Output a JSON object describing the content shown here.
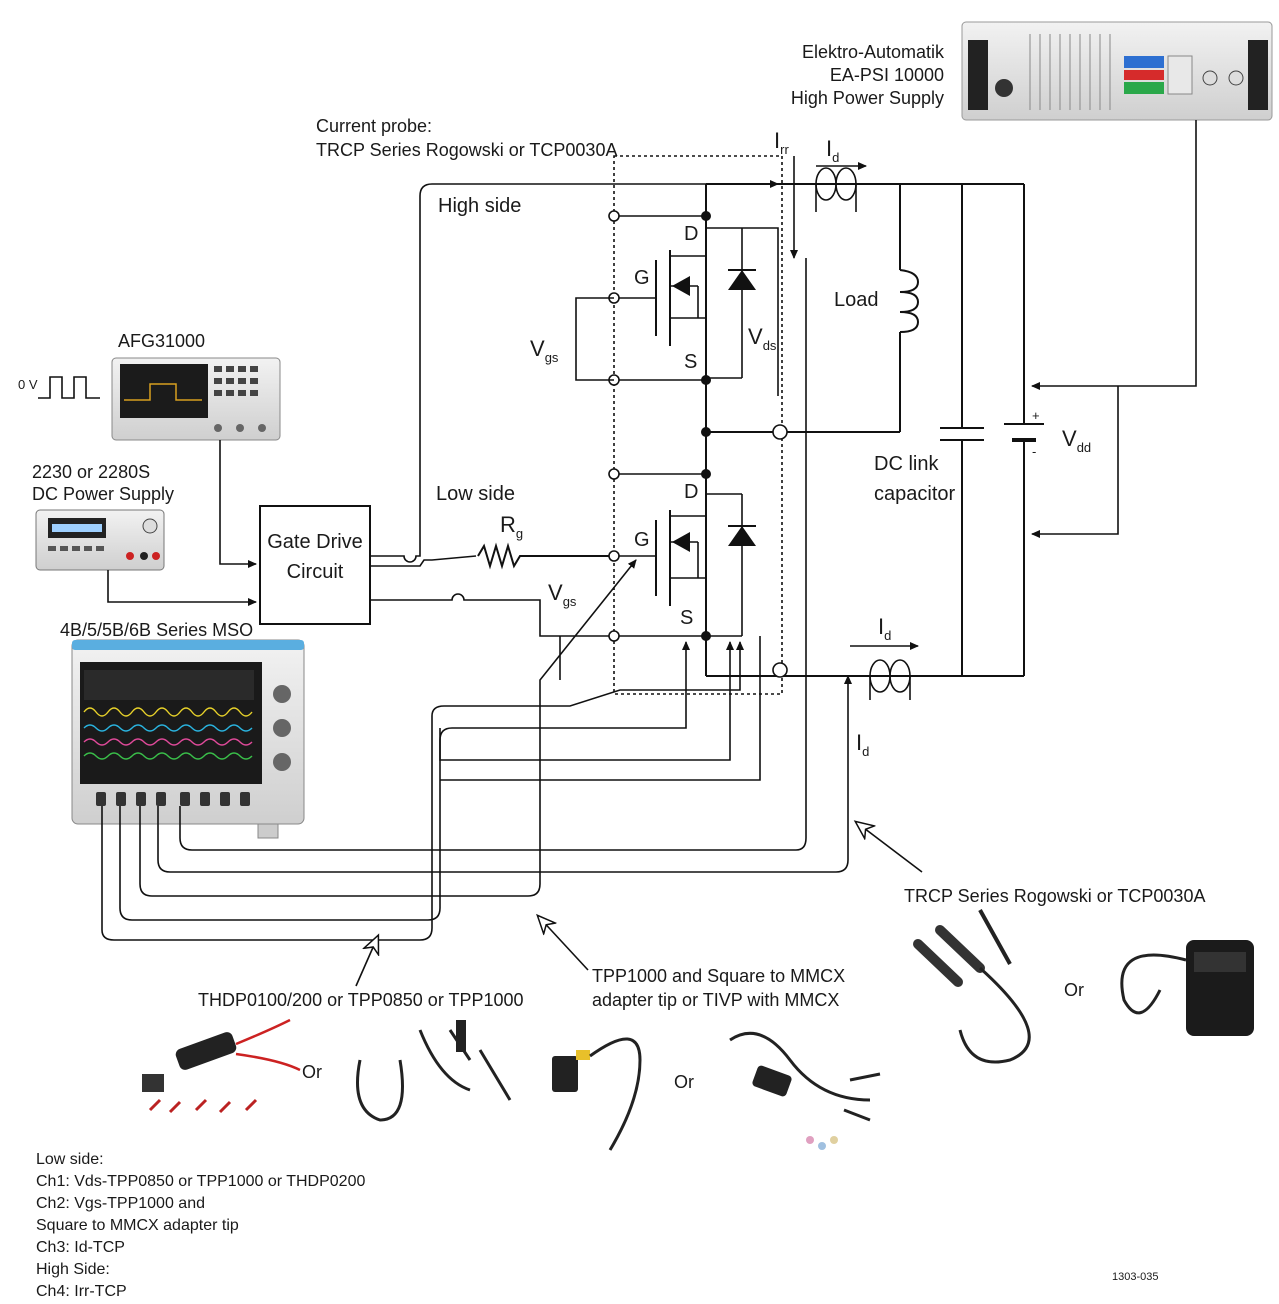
{
  "equipment": {
    "power_supply": {
      "lines": [
        "Elektro-Automatik",
        "EA-PSI 10000",
        "High Power Supply"
      ]
    },
    "afg": {
      "label": "AFG31000",
      "zero_label": "0 V"
    },
    "dc_supply": {
      "lines": [
        "2230 or 2280S",
        "DC Power Supply"
      ]
    },
    "scope": {
      "label": "4B/5/5B/6B Series MSO"
    }
  },
  "circuit": {
    "current_probe_note": [
      "Current probe:",
      "TRCP Series Rogowski or TCP0030A"
    ],
    "high_side": "High side",
    "low_side": "Low side",
    "gate_drive": [
      "Gate Drive",
      "Circuit"
    ],
    "rg": {
      "main": "R",
      "sub": "g"
    },
    "vgs": {
      "main": "V",
      "sub": "gs"
    },
    "vds": {
      "main": "V",
      "sub": "ds"
    },
    "vdd": {
      "main": "V",
      "sub": "dd"
    },
    "irr": {
      "main": "I",
      "sub": "rr"
    },
    "id": {
      "main": "I",
      "sub": "d"
    },
    "load": "Load",
    "dc_link": [
      "DC link",
      "capacitor"
    ],
    "pins": {
      "d": "D",
      "g": "G",
      "s": "S"
    },
    "plus": "+",
    "minus": "-"
  },
  "probes": {
    "rogowski": "TRCP Series Rogowski or TCP0030A",
    "diff": "THDP0100/200 or TPP0850 or TPP1000",
    "tpp": [
      "TPP1000 and Square to MMCX",
      "adapter tip or TIVP with MMCX"
    ],
    "or_label": "Or"
  },
  "legend": [
    "Low side:",
    "Ch1: Vds-TPP0850 or TPP1000 or THDP0200",
    "Ch2: Vgs-TPP1000 and",
    "Square to MMCX adapter tip",
    "Ch3: Id-TCP",
    "High Side:",
    "Ch4: Irr-TCP"
  ],
  "figure_id": "1303-035"
}
